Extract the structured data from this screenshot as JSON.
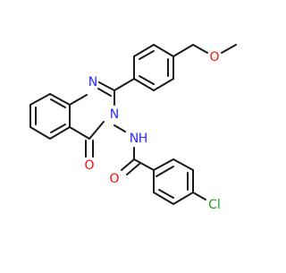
{
  "molecule": {
    "atoms": [
      {
        "label": "N",
        "color": "#2b2bff"
      },
      {
        "label": "N",
        "color": "#2b2bff"
      },
      {
        "label": "O",
        "color": "#ff0d0d"
      },
      {
        "label": "N",
        "color": "#2b2bff"
      },
      {
        "label": "H",
        "color": "#2b2bff"
      },
      {
        "label": "O",
        "color": "#ff0d0d"
      },
      {
        "label": "O",
        "color": "#ff0d0d"
      },
      {
        "label": "Cl",
        "color": "#1fa01f"
      }
    ],
    "bond_color": "#1a1a1a"
  }
}
